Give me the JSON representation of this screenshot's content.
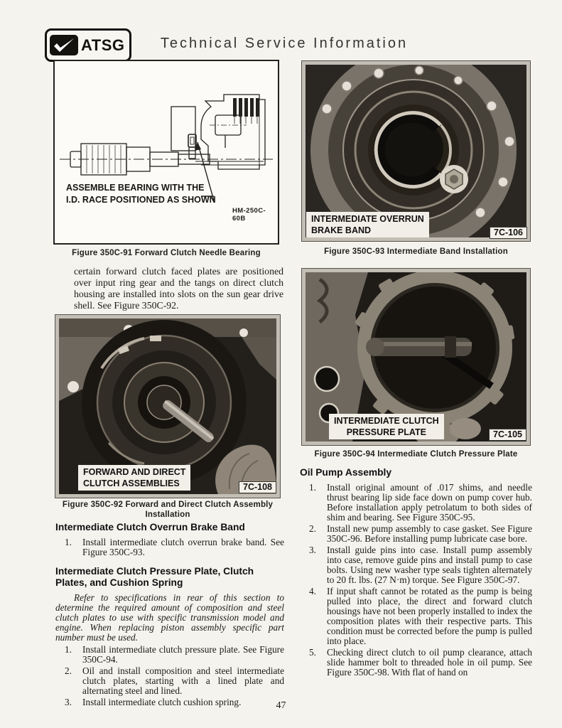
{
  "header": {
    "logo_text": "ATSG",
    "title": "Technical Service Information"
  },
  "figures": {
    "fig91": {
      "annotation_line1": "ASSEMBLE BEARING WITH THE",
      "annotation_line2": "I.D. RACE POSITIONED AS SHOWN",
      "ref": "HM-250C-60B",
      "caption": "Figure 350C-91 Forward Clutch Needle Bearing"
    },
    "fig93": {
      "label_line1": "INTERMEDIATE OVERRUN",
      "label_line2": "BRAKE BAND",
      "tag": "7C-106",
      "caption": "Figure 350C-93 Intermediate Band Installation"
    },
    "fig92": {
      "label_line1": "FORWARD AND DIRECT",
      "label_line2": "CLUTCH ASSEMBLIES",
      "tag": "7C-108",
      "caption_line1": "Figure 350C-92 Forward and Direct Clutch Assembly",
      "caption_line2": "Installation"
    },
    "fig94": {
      "label_line1": "INTERMEDIATE CLUTCH",
      "label_line2": "PRESSURE PLATE",
      "tag": "7C-105",
      "caption": "Figure 350C-94 Intermediate Clutch Pressure Plate"
    }
  },
  "left_column": {
    "intro_paragraph": "certain forward clutch faced plates are positioned over input ring gear and the tangs on direct clutch housing are installed into slots on the sun gear drive shell. See Figure 350C-92.",
    "section1": {
      "heading": "Intermediate Clutch Overrun Brake Band",
      "items": [
        {
          "num": "1.",
          "text": "Install intermediate clutch overrun brake band. See Figure 350C-93."
        }
      ]
    },
    "section2": {
      "heading": "Intermediate Clutch Pressure Plate, Clutch Plates, and Cushion Spring",
      "note": "Refer to specifications in rear of this section to determine the required amount of composition and steel clutch plates to use with specific transmission model and engine. When replacing piston assembly specific part number must be used.",
      "items": [
        {
          "num": "1.",
          "text": "Install intermediate clutch pressure plate. See Figure 350C-94."
        },
        {
          "num": "2.",
          "text": "Oil and install composition and steel intermediate clutch plates, starting with a lined plate and alternating steel and lined."
        },
        {
          "num": "3.",
          "text": "Install intermediate clutch cushion spring."
        }
      ]
    }
  },
  "right_column": {
    "section": {
      "heading": "Oil Pump Assembly",
      "items": [
        {
          "num": "1.",
          "text": "Install original amount of .017 shims, and needle thrust bearing lip side face down on pump cover hub. Before installation apply petrolatum to both sides of shim and bearing. See Figure 350C-95."
        },
        {
          "num": "2.",
          "text": "Install new pump assembly to case gasket. See Figure 350C-96. Before installing pump lubricate case bore."
        },
        {
          "num": "3.",
          "text": "Install guide pins into case. Install pump assembly into case, remove guide pins and install pump to case bolts. Using new washer type seals tighten alternately to 20 ft. lbs. (27 N·m) torque. See Figure 350C-97."
        },
        {
          "num": "4.",
          "text": "If input shaft cannot be rotated as the pump is being pulled into place, the direct and forward clutch housings have not been properly installed to index the composition plates with their respective parts. This condition must be corrected before the pump is pulled into place."
        },
        {
          "num": "5.",
          "text": "Checking direct clutch to oil pump clearance, attach slide hammer bolt to threaded hole in oil pump. See Figure 350C-98. With flat of hand on"
        }
      ]
    }
  },
  "footer": {
    "page_number": "47"
  }
}
